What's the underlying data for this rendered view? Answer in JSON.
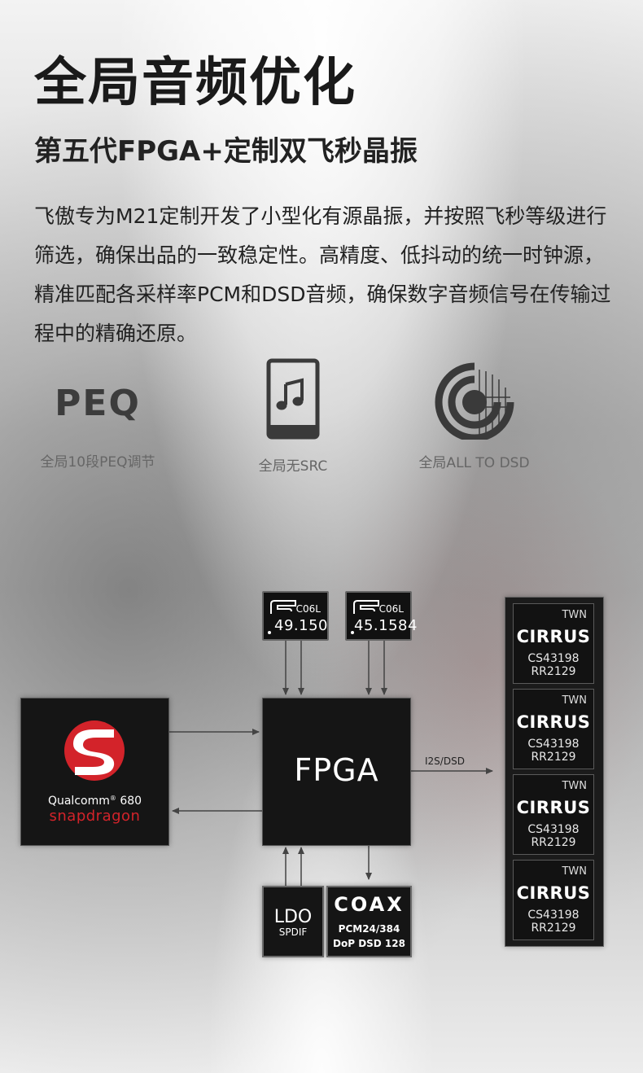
{
  "header": {
    "title": "全局音频优化",
    "subtitle": "第五代FPGA+定制双飞秒晶振",
    "body": "飞傲专为M21定制开发了小型化有源晶振，并按照飞秒等级进行筛选，确保出品的一致稳定性。高精度、低抖动的统一时钟源，精准匹配各采样率PCM和DSD音频，确保数字音频信号在传输过程中的精确还原。"
  },
  "features": [
    {
      "logo": "PEQ",
      "icon": "peq-logo-icon",
      "label": "全局10段PEQ调节"
    },
    {
      "icon": "music-note-player-icon",
      "label": "全局无SRC"
    },
    {
      "icon": "dsd-disc-icon",
      "label": "全局ALL TO DSD"
    }
  ],
  "diagram": {
    "crystals": [
      {
        "model": "C06L",
        "freq": "49.150"
      },
      {
        "model": "C06L",
        "freq": "45.1584"
      }
    ],
    "soc": {
      "brand": "Qualcomm",
      "model": "680",
      "name": "snapdragon",
      "icon": "snapdragon-logo-icon"
    },
    "fpga": {
      "label": "FPGA"
    },
    "link_label": "I2S/DSD",
    "ldo": {
      "line1": "LDO",
      "line2": "SPDIF"
    },
    "coax": {
      "line1": "COAX",
      "line2": "PCM24/384",
      "line3": "DoP DSD 128"
    },
    "dacs": [
      {
        "twn": "TWN",
        "brand": "CIRRUS",
        "model": "CS43198",
        "code": "RR2129"
      },
      {
        "twn": "TWN",
        "brand": "CIRRUS",
        "model": "CS43198",
        "code": "RR2129"
      },
      {
        "twn": "TWN",
        "brand": "CIRRUS",
        "model": "CS43198",
        "code": "RR2129"
      },
      {
        "twn": "TWN",
        "brand": "CIRRUS",
        "model": "CS43198",
        "code": "RR2129"
      }
    ],
    "colors": {
      "chip": "#151515",
      "snapdragon_red": "#d3232a",
      "line": "#444444"
    }
  }
}
